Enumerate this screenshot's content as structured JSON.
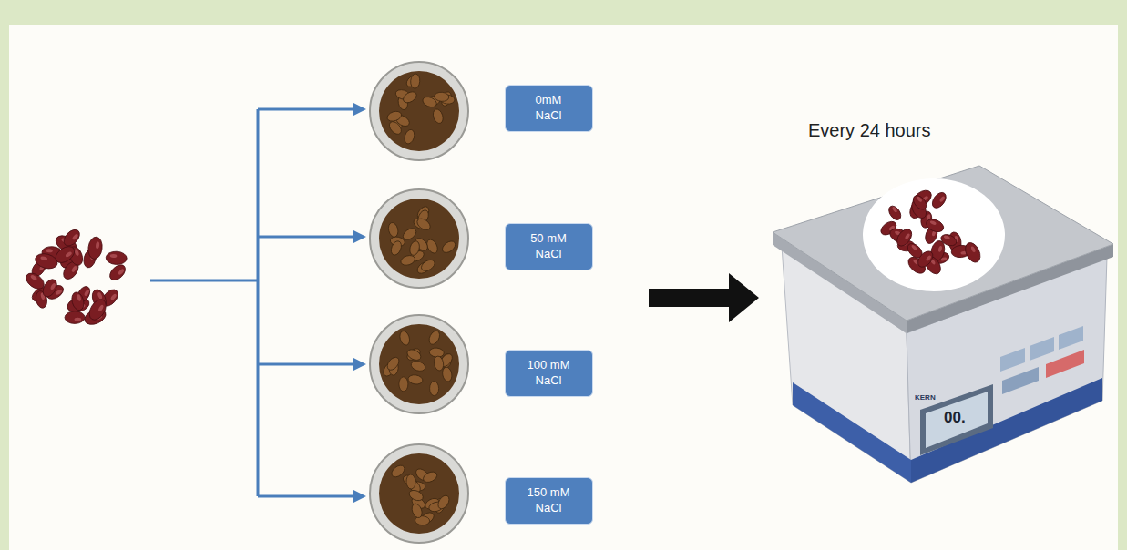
{
  "diagram": {
    "nodes": [
      {
        "text": [
          "0mM NaCl"
        ]
      },
      {
        "text": [
          "50 mM NaCl"
        ]
      },
      {
        "text": [
          "100 mM NaCl"
        ]
      },
      {
        "text": [
          "150 mM NaCl"
        ]
      }
    ],
    "labels": [
      "Every 24 hours",
      "KERN",
      "00."
    ]
  }
}
